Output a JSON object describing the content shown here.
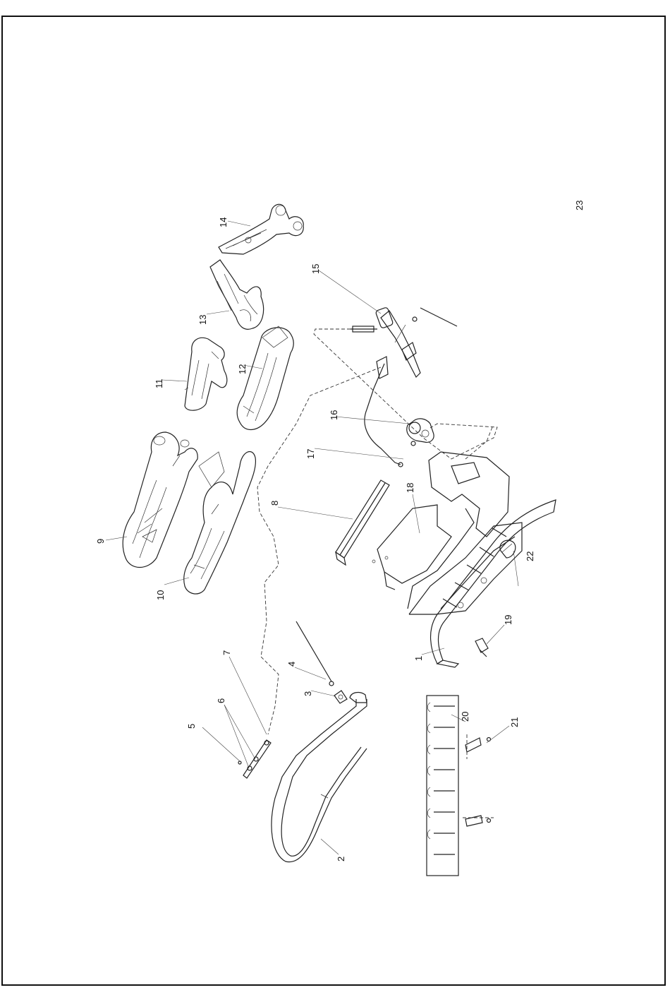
{
  "page": {
    "number": "23"
  },
  "parts": [
    {
      "id": "p1",
      "label": "1"
    },
    {
      "id": "p2",
      "label": "2"
    },
    {
      "id": "p3",
      "label": "3"
    },
    {
      "id": "p4",
      "label": "4"
    },
    {
      "id": "p5",
      "label": "5"
    },
    {
      "id": "p6",
      "label": "6"
    },
    {
      "id": "p7",
      "label": "7"
    },
    {
      "id": "p8",
      "label": "8"
    },
    {
      "id": "p9",
      "label": "9"
    },
    {
      "id": "p10",
      "label": "10"
    },
    {
      "id": "p11",
      "label": "11"
    },
    {
      "id": "p12",
      "label": "12"
    },
    {
      "id": "p13",
      "label": "13"
    },
    {
      "id": "p14",
      "label": "14"
    },
    {
      "id": "p15",
      "label": "15"
    },
    {
      "id": "p16",
      "label": "16"
    },
    {
      "id": "p17",
      "label": "17"
    },
    {
      "id": "p18",
      "label": "18"
    },
    {
      "id": "p19",
      "label": "19"
    },
    {
      "id": "p20",
      "label": "20"
    },
    {
      "id": "p21",
      "label": "21"
    },
    {
      "id": "p22",
      "label": "22"
    }
  ]
}
